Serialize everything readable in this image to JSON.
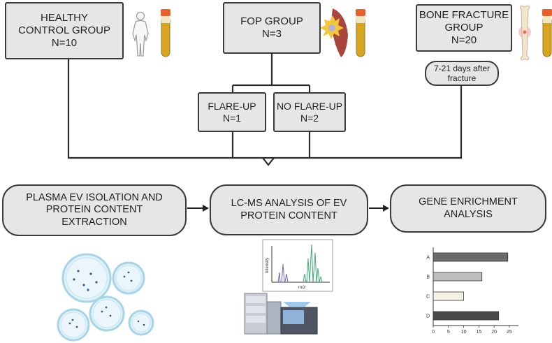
{
  "groups": {
    "healthy": {
      "line1": "HEALTHY",
      "line2": "CONTROL GROUP",
      "line3": "N=10"
    },
    "fop": {
      "line1": "FOP GROUP",
      "line2": "N=3"
    },
    "fracture": {
      "line1": "BONE FRACTURE",
      "line2": "GROUP",
      "line3": "N=20"
    },
    "fracture_note": {
      "line1": "7-21 days after",
      "line2": "fracture"
    }
  },
  "subgroups": {
    "flare_up": {
      "line1": "FLARE-UP",
      "line2": "N=1"
    },
    "no_flare_up": {
      "line1": "NO FLARE-UP",
      "line2": "N=2"
    }
  },
  "steps": {
    "isolation": {
      "line1": "PLASMA EV ISOLATION AND",
      "line2": "PROTEIN CONTENT",
      "line3": "EXTRACTION"
    },
    "lcms": {
      "line1": "LC-MS ANALYSIS OF EV",
      "line2": "PROTEIN CONTENT"
    },
    "enrichment": {
      "line1": "GENE ENRICHMENT",
      "line2": "ANALYSIS"
    }
  },
  "spectrum": {
    "ylabel": "Intensity",
    "xlabel": "m/z"
  },
  "colors": {
    "box_fill": "#e6e6e6",
    "box_border": "#3a3a3a",
    "connector": "#2b2b2b",
    "tube_cap": "#e8602c",
    "tube_body": "#d9a520"
  },
  "chart_data": {
    "type": "bar",
    "orientation": "horizontal",
    "categories": [
      "A",
      "B",
      "C",
      "D"
    ],
    "values": [
      24.5,
      16,
      10,
      21.5
    ],
    "bar_colors": [
      "#6b6b6b",
      "#bdbdbd",
      "#f6f3e6",
      "#4a4a4a"
    ],
    "xticks": [
      0,
      5,
      10,
      15,
      20,
      25
    ],
    "xlim": [
      0,
      28
    ]
  }
}
